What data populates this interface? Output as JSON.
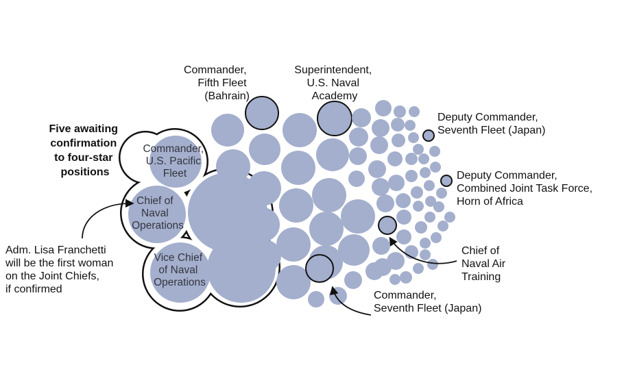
{
  "colors": {
    "bubble_fill": "#a4afcd",
    "stroke": "#111111",
    "inner_text": "#33353f",
    "background": "#ffffff"
  },
  "group_heading": [
    "Five awaiting",
    "confirmation",
    "to four-star",
    "positions"
  ],
  "highlighted_positions": [
    [
      "Commander,",
      "U.S. Pacific",
      "Fleet"
    ],
    [
      "Chief of",
      "Naval",
      "Operations"
    ],
    [
      "Vice Chief",
      "of Naval",
      "Operations"
    ]
  ],
  "callouts": {
    "fifth_fleet": [
      "Commander,",
      "Fifth Fleet",
      "(Bahrain)"
    ],
    "naval_academy": [
      "Superintendent,",
      "U.S. Naval",
      "Academy"
    ],
    "deputy_seventh_fleet": [
      "Deputy Commander,",
      "Seventh Fleet (Japan)"
    ],
    "deputy_cjtf": [
      "Deputy Commander,",
      "Combined Joint Task Force,",
      "Horn of Africa"
    ],
    "naval_air_training": [
      "Chief of",
      "Naval Air",
      "Training"
    ],
    "seventh_fleet": [
      "Commander,",
      "Seventh Fleet (Japan)"
    ],
    "franchetti_note": [
      "Adm. Lisa Franchetti",
      "will be the first woman",
      "on the Joint Chiefs,",
      "if confirmed"
    ]
  }
}
